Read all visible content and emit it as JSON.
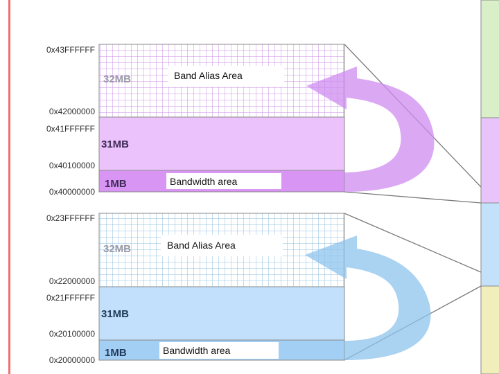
{
  "colors": {
    "upper_fill": "#ebc2fb",
    "upper_strong": "#d995f4",
    "upper_grid": "#c98de4",
    "upper_arrow": "#cf8bf0",
    "lower_fill": "#c2e0fb",
    "lower_strong": "#a3cff5",
    "lower_grid": "#8cbcdf",
    "lower_arrow": "#8ec3ec",
    "side_green": "#d8efc7",
    "side_purple": "#e9c4fb",
    "side_blue": "#c3e1fa",
    "side_yellow": "#f1eebb",
    "left_rule": "#f07070"
  },
  "upper": {
    "addr_top": "0x43FFFFFF",
    "addr_alias_base": "0x42000000",
    "addr_mid_top": "0x41FFFFFF",
    "addr_mid_base": "0x40100000",
    "addr_base": "0x40000000",
    "alias_size": "32MB",
    "alias_label": "Band Alias Area",
    "mid_size": "31MB",
    "band_size": "1MB",
    "band_label": "Bandwidth area"
  },
  "lower": {
    "addr_top": "0x23FFFFFF",
    "addr_alias_base": "0x22000000",
    "addr_mid_top": "0x21FFFFFF",
    "addr_mid_base": "0x20100000",
    "addr_base": "0x20000000",
    "alias_size": "32MB",
    "alias_label": "Band Alias Area",
    "mid_size": "31MB",
    "band_size": "1MB",
    "band_label": "Bandwidth area"
  }
}
